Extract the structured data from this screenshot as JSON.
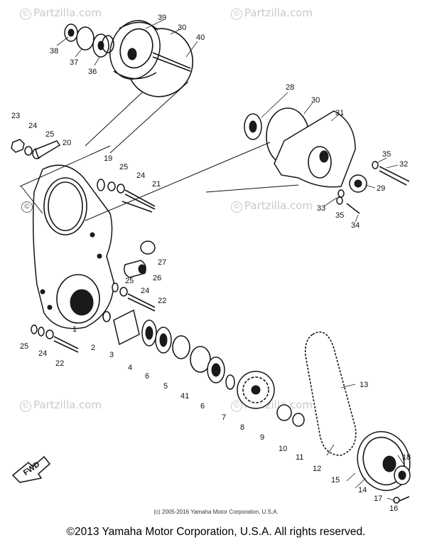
{
  "watermark": {
    "text": "Partzilla.com",
    "symbol": "©"
  },
  "part_numbers": {
    "p1": "1",
    "p2": "2",
    "p3": "3",
    "p4": "4",
    "p5": "5",
    "p6a": "6",
    "p6b": "6",
    "p7": "7",
    "p8": "8",
    "p9": "9",
    "p10": "10",
    "p11": "11",
    "p12": "12",
    "p13": "13",
    "p14": "14",
    "p15": "15",
    "p16": "16",
    "p17": "17",
    "p18": "18",
    "p19": "19",
    "p20": "20",
    "p21": "21",
    "p22a": "22",
    "p22b": "22",
    "p23": "23",
    "p24a": "24",
    "p24b": "24",
    "p24c": "24",
    "p24d": "24",
    "p25a": "25",
    "p25b": "25",
    "p25c": "25",
    "p25d": "25",
    "p26": "26",
    "p27": "27",
    "p28": "28",
    "p29": "29",
    "p30a": "30",
    "p30b": "30",
    "p31": "31",
    "p32": "32",
    "p33": "33",
    "p34": "34",
    "p35a": "35",
    "p35b": "35",
    "p36": "36",
    "p37": "37",
    "p38": "38",
    "p39": "39",
    "p40": "40",
    "p41": "41"
  },
  "fwd_label": "FWD",
  "copyright_small": "(c) 2005-2016 Yamaha Motor Corporation, U.S.A.",
  "copyright": "©2013 Yamaha Motor Corporation, U.S.A. All rights reserved."
}
